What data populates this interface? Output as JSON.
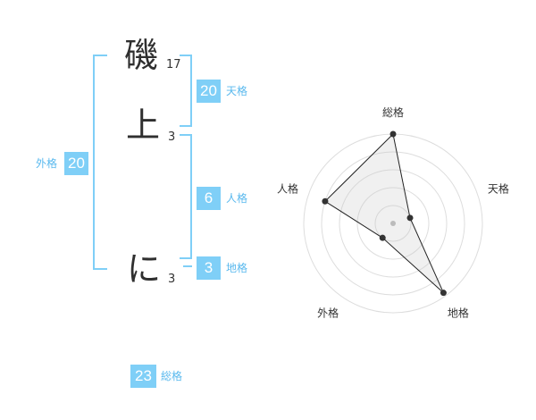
{
  "name_chars": [
    {
      "char": "磯",
      "strokes": "17"
    },
    {
      "char": "上",
      "strokes": "3"
    },
    {
      "char": "に",
      "strokes": "3"
    }
  ],
  "grades": {
    "tenkaku": {
      "value": "20",
      "label": "天格"
    },
    "jinkaku": {
      "value": "6",
      "label": "人格"
    },
    "chikaku": {
      "value": "3",
      "label": "地格"
    },
    "gaikaku": {
      "value": "20",
      "label": "外格"
    },
    "soukaku": {
      "value": "23",
      "label": "総格"
    }
  },
  "colors": {
    "accent": "#7fcff7",
    "label": "#5ab9ee",
    "text": "#333333"
  },
  "chart_data": {
    "type": "radar",
    "axes": [
      "総格",
      "天格",
      "地格",
      "外格",
      "人格"
    ],
    "values": [
      5,
      1,
      4.8,
      1,
      4
    ],
    "max": 5,
    "rings": 5
  }
}
